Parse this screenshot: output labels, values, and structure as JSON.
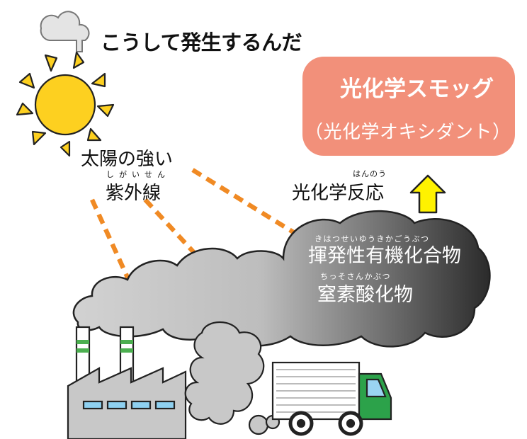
{
  "heading": "こうして発生するんだ",
  "smog": {
    "name": "光化学スモッグ",
    "alt_name": "（光化学オキシダント）"
  },
  "uv": {
    "line1": "太陽の強い",
    "line2": "紫外線",
    "ruby": "しがいせん"
  },
  "reaction": {
    "label": "光化学反応",
    "ruby": "はんのう"
  },
  "pollutants": {
    "voc": "揮発性有機化合物",
    "voc_ruby": "きはつせいゆうきかごうぶつ",
    "nox": "窒素酸化物",
    "nox_ruby": "ちっそさんかぶつ"
  },
  "colors": {
    "smog_box": "#f2907a",
    "arrow_dash": "#f08a24",
    "up_arrow": "#fff200",
    "sun": "#fdd020",
    "smoke_gray": "#c8c8c8",
    "truck_cab": "#2ca24a"
  },
  "icons": [
    "cloud-icon",
    "sun-icon",
    "factory-icon",
    "truck-icon",
    "smoke-cloud-icon",
    "up-arrow-icon"
  ]
}
